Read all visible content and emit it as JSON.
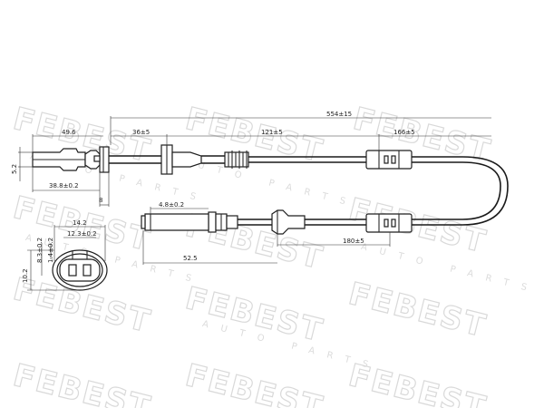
{
  "watermark": {
    "brand": "FEBEST",
    "sub": "AUTO PARTS"
  },
  "dimensions": {
    "total_length": "554±15",
    "connector_length": "49.6",
    "clip1_offset": "36±5",
    "section_121": "121±5",
    "section_166": "166±5",
    "sensor_tip": "4.8±0.2",
    "section_180": "180±5",
    "sensor_length": "52.5",
    "connector_height": "5.2",
    "connector_body": "38.8±0.2",
    "connector_end": "8",
    "face_width": "14.2",
    "face_inner": "12.3±0.2",
    "face_h1": "8.3±0.2",
    "face_h2": "1.4±0.2",
    "face_height": "10.2"
  },
  "colors": {
    "line": "#1e1e1e",
    "watermark": "#d9d9d9"
  }
}
